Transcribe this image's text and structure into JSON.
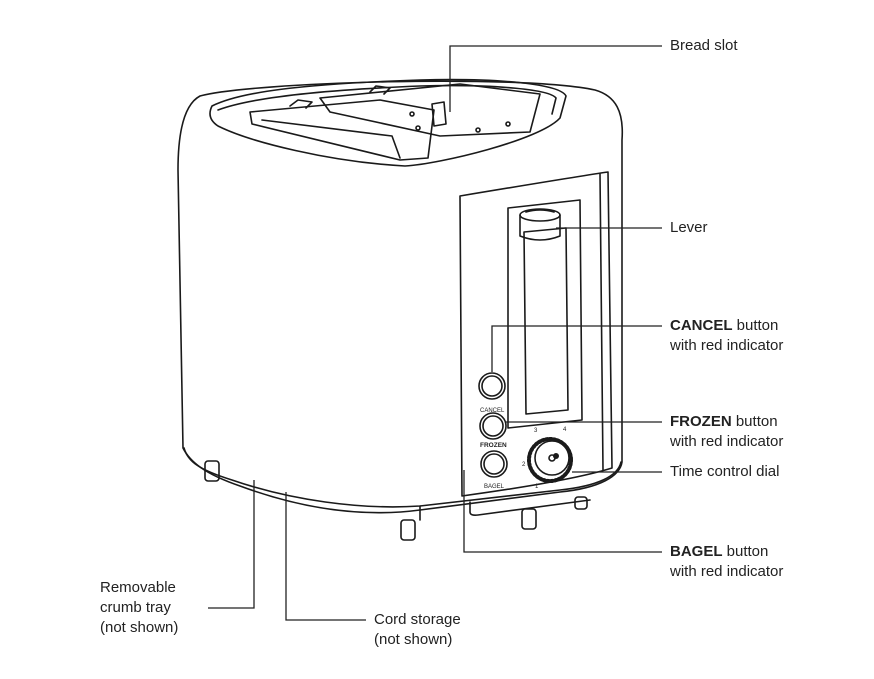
{
  "labels": {
    "bread_slot": "Bread slot",
    "lever": "Lever",
    "cancel": {
      "bold": "CANCEL",
      "rest": " button",
      "line2": "with red indicator"
    },
    "frozen": {
      "bold": "FROZEN",
      "rest": " button",
      "line2": "with red indicator"
    },
    "time_dial": "Time control dial",
    "bagel": {
      "bold": "BAGEL",
      "rest": " button",
      "line2": "with red indicator"
    },
    "crumb_tray": [
      "Removable",
      "crumb tray",
      "(not shown)"
    ],
    "cord_storage": [
      "Cord storage",
      "(not shown)"
    ]
  },
  "panel_text": {
    "cancel": "CANCEL",
    "frozen": "FROZEN",
    "bagel": "BAGEL",
    "dial_marks": [
      "1",
      "2",
      "3",
      "4"
    ]
  },
  "colors": {
    "stroke": "#1a1a1a",
    "leader": "#222222",
    "text": "#222222"
  }
}
